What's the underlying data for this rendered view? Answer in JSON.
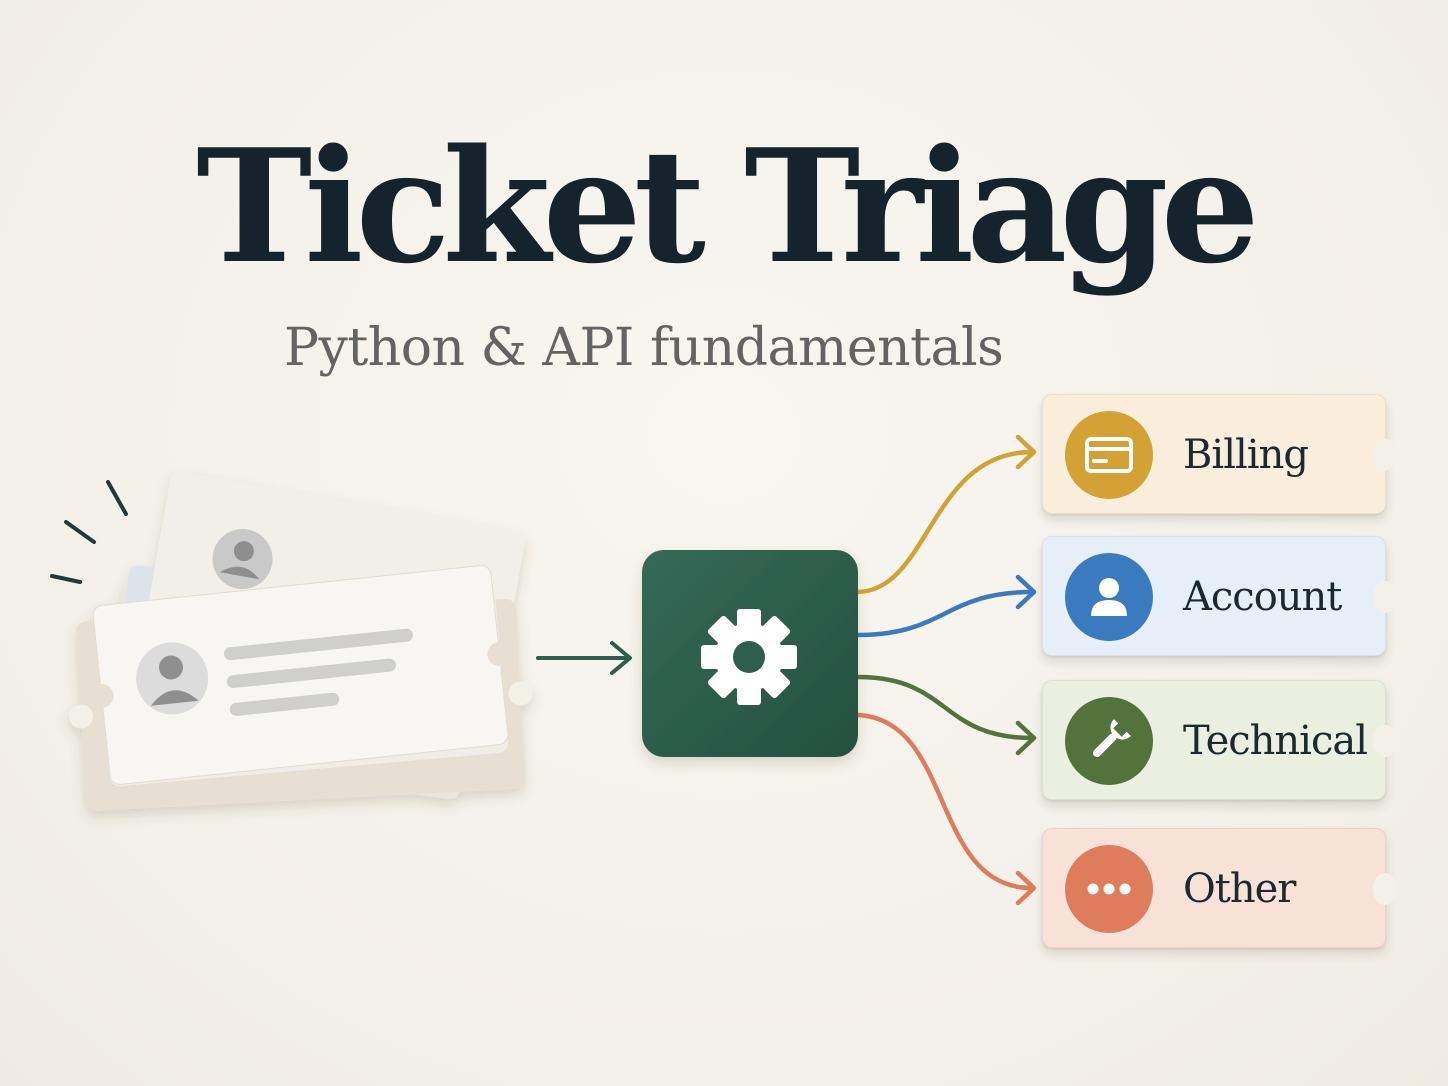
{
  "title": "Ticket Triage",
  "subtitle": "Python & API fundamentals",
  "categories": [
    {
      "label": "Billing",
      "icon": "credit-card-icon",
      "accent": "#d4a234",
      "bg": "#f9eddb"
    },
    {
      "label": "Account",
      "icon": "user-icon",
      "accent": "#3a7bbf",
      "bg": "#e6eef8"
    },
    {
      "label": "Technical",
      "icon": "wrench-icon",
      "accent": "#54733c",
      "bg": "#eaefdf"
    },
    {
      "label": "Other",
      "icon": "ellipsis-icon",
      "accent": "#df7c5c",
      "bg": "#f8e2d8"
    }
  ],
  "processor": {
    "icon": "gear-icon",
    "color": "#2e5e4e"
  }
}
